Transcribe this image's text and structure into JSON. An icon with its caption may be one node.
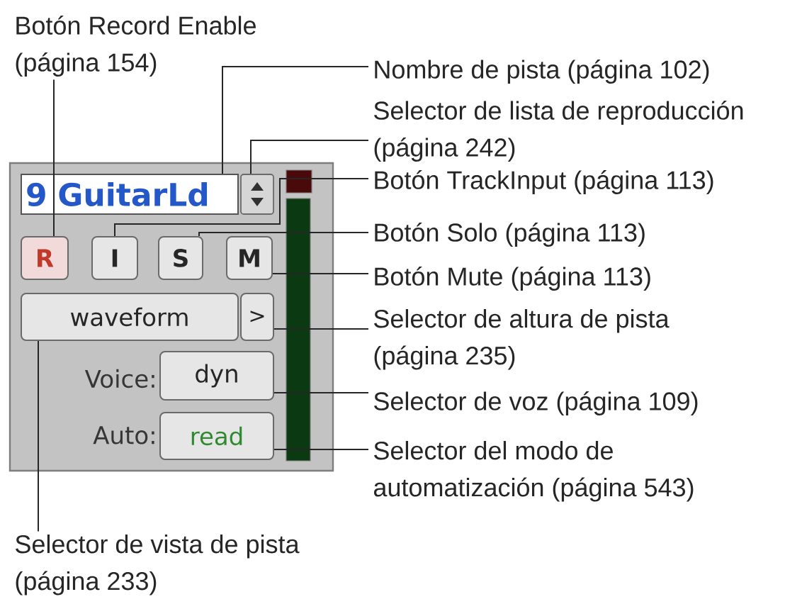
{
  "diagram": {
    "nodes": [
      {
        "text": [
          "Botón Record Enable (página 154)"
        ]
      },
      {
        "text": [
          "Nombre de pista (página 102)"
        ]
      },
      {
        "text": [
          "Selector de lista de reproducción (página 242)"
        ]
      },
      {
        "text": [
          "Botón TrackInput (página 113)"
        ]
      },
      {
        "text": [
          "Botón Solo (página 113)"
        ]
      },
      {
        "text": [
          "Botón Mute (página 113)"
        ]
      },
      {
        "text": [
          "Selector de altura de pista (página 235)"
        ]
      },
      {
        "text": [
          "Selector de voz (página 109)"
        ]
      },
      {
        "text": [
          "Selector del modo de automatización (página 543)"
        ]
      },
      {
        "text": [
          "Selector de vista de pista (página 233)"
        ]
      },
      {
        "text": [],
        "shape": "box"
      },
      {
        "text": [
          "9 GuitarLd"
        ],
        "in": 10
      },
      {
        "text": [],
        "shape": "box",
        "in": 10
      },
      {
        "text": [
          "R"
        ],
        "in": 10
      },
      {
        "text": [
          "I"
        ],
        "in": 10
      },
      {
        "text": [
          "S"
        ],
        "in": 10
      },
      {
        "text": [
          "M"
        ],
        "in": 10
      },
      {
        "text": [
          "waveform"
        ],
        "in": 10
      },
      {
        "text": [
          ">"
        ],
        "in": 10
      },
      {
        "text": [
          "dyn"
        ],
        "in": 10
      },
      {
        "text": [
          "read"
        ],
        "in": 10
      }
    ],
    "edges": [
      {
        "from": 0,
        "to": 13,
        "arrow": "none"
      },
      {
        "from": 1,
        "to": 11,
        "arrow": "none"
      },
      {
        "from": 2,
        "to": 12,
        "arrow": "none"
      },
      {
        "from": 3,
        "to": 14,
        "arrow": "none"
      },
      {
        "from": 4,
        "to": 15,
        "arrow": "none"
      },
      {
        "from": 5,
        "to": 16,
        "arrow": "none"
      },
      {
        "from": 6,
        "to": 18,
        "arrow": "none"
      },
      {
        "from": 7,
        "to": 19,
        "arrow": "none"
      },
      {
        "from": 8,
        "to": 20,
        "arrow": "none"
      },
      {
        "from": 9,
        "to": 17,
        "arrow": "none"
      }
    ],
    "labels": [
      "Voice:",
      "Auto:"
    ]
  }
}
